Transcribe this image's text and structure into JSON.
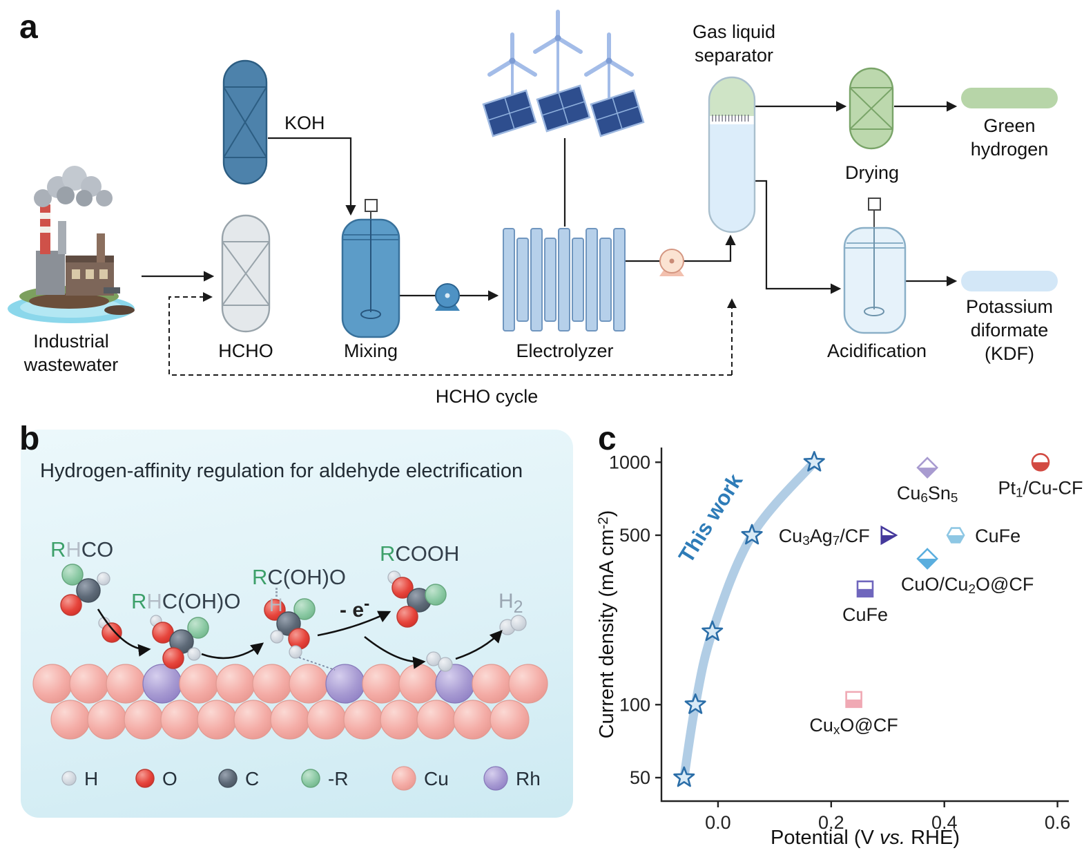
{
  "figure": {
    "panel_a_letter": "a",
    "panel_b_letter": "b",
    "panel_c_letter": "c"
  },
  "panel_a": {
    "labels": {
      "industrial_wastewater": "Industrial wastewater",
      "hcho": "HCHO",
      "koh": "KOH",
      "mixing": "Mixing",
      "electrolyzer": "Electrolyzer",
      "gas_liquid_separator": "Gas liquid separator",
      "drying": "Drying",
      "green_hydrogen": "Green hydrogen",
      "acidification": "Acidification",
      "potassium_diformate": "Potassium diformate (KDF)",
      "hcho_cycle": "HCHO cycle"
    }
  },
  "panel_b": {
    "title": "Hydrogen-affinity regulation for aldehyde electrification",
    "labels": {
      "rhco": {
        "r": "R",
        "h": "H",
        "rest": "CO"
      },
      "rhc_oh_o": {
        "r": "R",
        "h": "H",
        "rest": "C(OH)O"
      },
      "rc_oh_o": {
        "r": "R",
        "rest": "C(OH)O"
      },
      "transfer_h": "H",
      "rcooh": {
        "r": "R",
        "rest": "COOH"
      },
      "minus_e": {
        "base": "- e",
        "sup": "-"
      },
      "h2": {
        "base": "H",
        "sub": "2"
      }
    },
    "legend": [
      {
        "key": "h",
        "label": "H",
        "color": "#d3d9e0"
      },
      {
        "key": "o",
        "label": "O",
        "color": "#e6453c"
      },
      {
        "key": "c",
        "label": "C",
        "color": "#5d6977"
      },
      {
        "key": "r",
        "label": "-R",
        "color": "#8bc9a4"
      },
      {
        "key": "cu",
        "label": "Cu",
        "color": "#f4aca6"
      },
      {
        "key": "rh",
        "label": "Rh",
        "color": "#a79ad2"
      }
    ]
  },
  "chart_data": {
    "type": "scatter",
    "xlabel": "Potential (V vs. RHE)",
    "xlabel_parts": {
      "pre": "Potential (V ",
      "italic": "vs.",
      "post": " RHE)"
    },
    "ylabel": "Current density (mA cm^-2^)",
    "x_ticks": [
      0.0,
      0.2,
      0.4,
      0.6
    ],
    "y_ticks": [
      50,
      100,
      500,
      1000
    ],
    "xlim": [
      -0.1,
      0.62
    ],
    "ylim": [
      40,
      1150
    ],
    "y_scale": "log",
    "grid": false,
    "this_work": {
      "label": "This work",
      "color": "#2e7cb8",
      "points": [
        [
          -0.06,
          50
        ],
        [
          -0.04,
          100
        ],
        [
          -0.01,
          200
        ],
        [
          0.06,
          500
        ],
        [
          0.17,
          1000
        ]
      ]
    },
    "references": [
      {
        "label": "Cu_6_Sn_5_",
        "x": 0.37,
        "y": 950,
        "marker": "diamond",
        "color": "#a89bd0",
        "label_pos": "below"
      },
      {
        "label": "Pt_1_/Cu-CF",
        "x": 0.57,
        "y": 1000,
        "marker": "circle",
        "color": "#d24a42",
        "label_pos": "below"
      },
      {
        "label": "Cu_3_Ag_7_/CF",
        "x": 0.3,
        "y": 500,
        "marker": "triangle",
        "color": "#45399c",
        "label_pos": "left"
      },
      {
        "label": "CuFe",
        "x": 0.42,
        "y": 500,
        "marker": "hexagon",
        "color": "#8ec7e4",
        "label_pos": "right"
      },
      {
        "label": "CuO/Cu_2_O@CF",
        "x": 0.37,
        "y": 400,
        "marker": "diamond",
        "color": "#5aaede",
        "label_pos": "below-right"
      },
      {
        "label": "CuFe",
        "x": 0.26,
        "y": 300,
        "marker": "square",
        "color": "#6f66bd",
        "label_pos": "below"
      },
      {
        "label": "Cu_x_O@CF",
        "x": 0.24,
        "y": 105,
        "marker": "square",
        "color": "#f0a9b4",
        "label_pos": "below"
      }
    ]
  }
}
